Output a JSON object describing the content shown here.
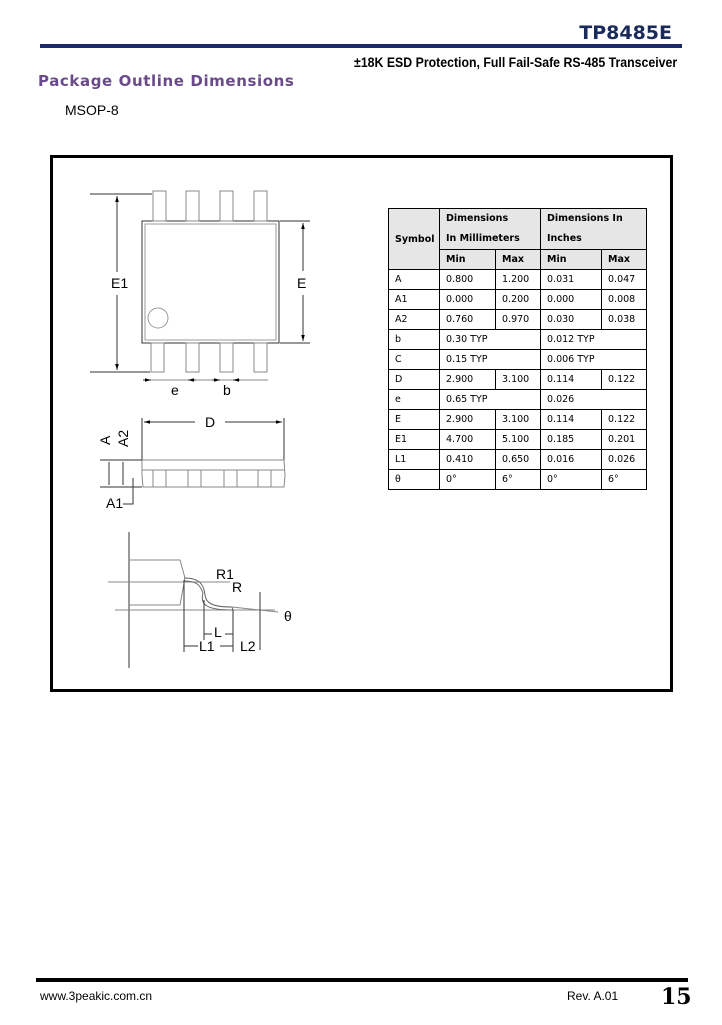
{
  "header": {
    "part_number": "TP8485E",
    "subtitle": "±18K ESD Protection, Full Fail-Safe RS-485 Transceiver"
  },
  "section_title": "Package Outline Dimensions",
  "package_name": "MSOP-8",
  "drawing_labels": {
    "E1": "E1",
    "E": "E",
    "e": "e",
    "b": "b",
    "D": "D",
    "A": "A",
    "A2": "A2",
    "A1": "A1",
    "R1": "R1",
    "R": "R",
    "L": "L",
    "L1": "L1",
    "L2": "L2",
    "theta": "θ"
  },
  "table": {
    "symbol_header": "Symbol",
    "mm_header_line1": "Dimensions",
    "mm_header_line2": "In Millimeters",
    "in_header_line1": "Dimensions In",
    "in_header_line2": "Inches",
    "min": "Min",
    "max": "Max",
    "rows": [
      {
        "symbol": "A",
        "mm_min": "0.800",
        "mm_max": "1.200",
        "in_min": "0.031",
        "in_max": "0.047"
      },
      {
        "symbol": "A1",
        "mm_min": "0.000",
        "mm_max": "0.200",
        "in_min": "0.000",
        "in_max": "0.008"
      },
      {
        "symbol": "A2",
        "mm_min": "0.760",
        "mm_max": "0.970",
        "in_min": "0.030",
        "in_max": "0.038"
      },
      {
        "symbol": "b",
        "mm": "0.30 TYP",
        "in": "0.012 TYP"
      },
      {
        "symbol": "C",
        "mm": "0.15 TYP",
        "in": "0.006 TYP"
      },
      {
        "symbol": "D",
        "mm_min": "2.900",
        "mm_max": "3.100",
        "in_min": "0.114",
        "in_max": "0.122"
      },
      {
        "symbol": "e",
        "mm": "0.65 TYP",
        "in": "0.026"
      },
      {
        "symbol": "E",
        "mm_min": "2.900",
        "mm_max": "3.100",
        "in_min": "0.114",
        "in_max": "0.122"
      },
      {
        "symbol": "E1",
        "mm_min": "4.700",
        "mm_max": "5.100",
        "in_min": "0.185",
        "in_max": "0.201"
      },
      {
        "symbol": "L1",
        "mm_min": "0.410",
        "mm_max": "0.650",
        "in_min": "0.016",
        "in_max": "0.026"
      },
      {
        "symbol": "θ",
        "mm_min": "0°",
        "mm_max": "6°",
        "in_min": "0°",
        "in_max": "6°"
      }
    ]
  },
  "footer": {
    "url": "www.3peakic.com.cn",
    "revision": "Rev. A.01",
    "page_number": "15"
  }
}
